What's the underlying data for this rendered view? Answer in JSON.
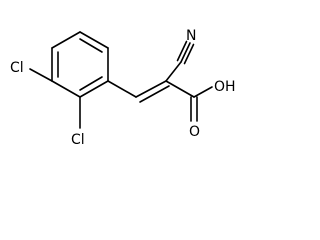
{
  "molecule": {
    "atoms": {
      "nitrile_n": "N",
      "hydroxyl": "OH",
      "carbonyl_o": "O",
      "chlorine_top": "Cl",
      "chlorine_bottom": "Cl"
    }
  },
  "colors": {
    "bond": "#000000",
    "label": "#000000",
    "background": "#ffffff"
  }
}
